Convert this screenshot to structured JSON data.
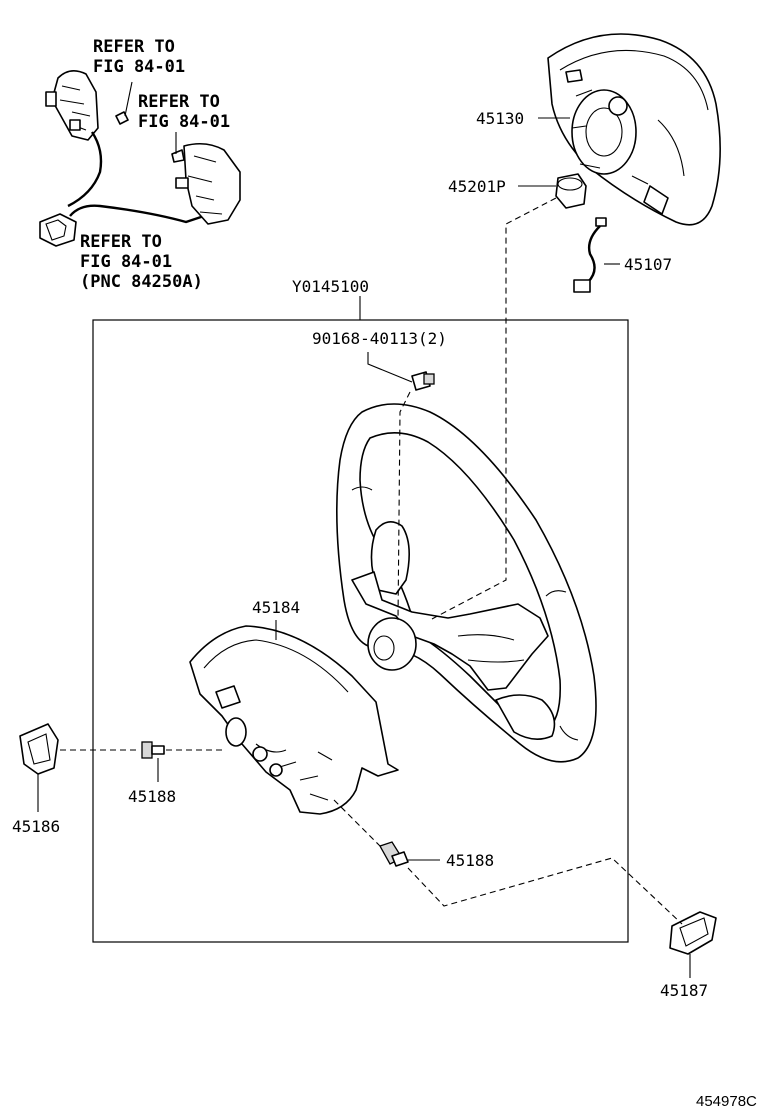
{
  "callouts": {
    "refer1": {
      "line1": "REFER TO",
      "line2": "FIG 84-01"
    },
    "refer2": {
      "line1": "REFER TO",
      "line2": "FIG 84-01"
    },
    "refer3": {
      "line1": "REFER TO",
      "line2": "FIG 84-01",
      "line3": "(PNC 84250A)"
    }
  },
  "parts": {
    "p45130": "45130",
    "p45201p": "45201P",
    "p45107": "45107",
    "assembly": "Y0145100",
    "bolt": "90168-40113(2)",
    "p45184": "45184",
    "p45188_a": "45188",
    "p45188_b": "45188",
    "p45186": "45186",
    "p45187": "45187"
  },
  "diagram_id": "454978C"
}
